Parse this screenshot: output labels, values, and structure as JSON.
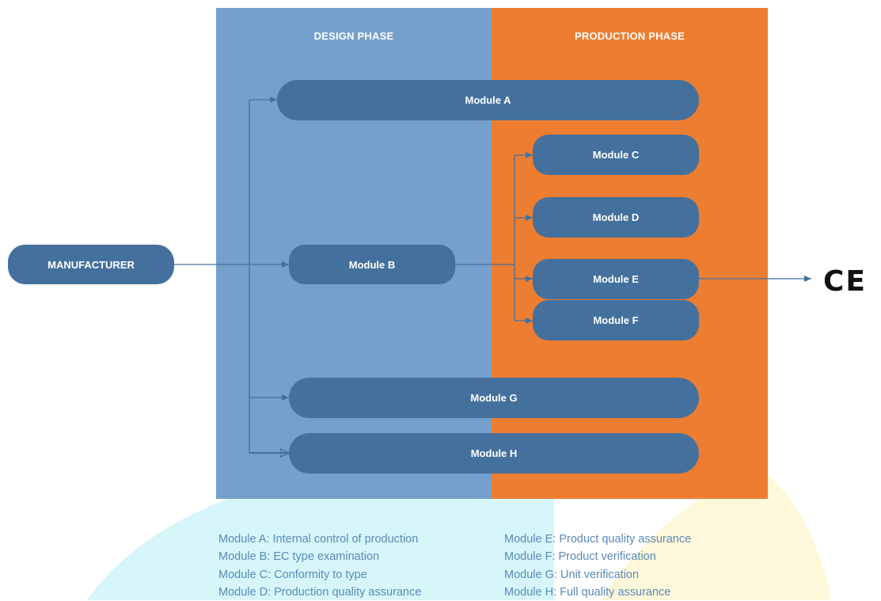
{
  "colors": {
    "design_phase_bg": "#75A0CC",
    "production_phase_bg": "#ED7D31",
    "node_fill": "#44709D",
    "connector": "#44709D",
    "legend_text": "#5A8AB8",
    "ce_mark": "#111111",
    "decor_cyan": "#D6F6FA",
    "decor_yellow": "#FEF8DA"
  },
  "phases": {
    "design": "DESIGN PHASE",
    "production": "PRODUCTION PHASE"
  },
  "nodes": {
    "manufacturer": "MANUFACTURER",
    "module_a": "Module A",
    "module_b": "Module B",
    "module_c": "Module C",
    "module_d": "Module D",
    "module_e": "Module E",
    "module_f": "Module F",
    "module_g": "Module G",
    "module_h": "Module H"
  },
  "ce_mark_text": "CE",
  "legend": {
    "left": [
      "Module A: Internal control of production",
      "Module B: EC type examination",
      "Module C: Conformity to type",
      "Module D: Production quality assurance"
    ],
    "right": [
      "Module E: Product quality assurance",
      "Module F: Product verification",
      "Module G: Unit verification",
      "Module H: Full quality assurance"
    ]
  }
}
